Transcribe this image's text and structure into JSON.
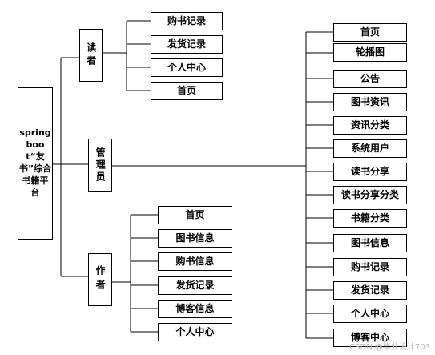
{
  "root": {
    "label": "springboot“友书”综合书籍平台"
  },
  "roles": {
    "reader": {
      "label": "读者",
      "items": [
        "购书记录",
        "发货记录",
        "个人中心",
        "首页"
      ]
    },
    "admin": {
      "label": "管理员",
      "items": [
        "首页",
        "轮播图",
        "公告",
        "图书资讯",
        "资讯分类",
        "系统用户",
        "读书分享",
        "读书分享分类",
        "书籍分类",
        "图书信息",
        "购书记录",
        "发货记录",
        "个人中心",
        "博客中心"
      ]
    },
    "author": {
      "label": "作者",
      "items": [
        "首页",
        "图书信息",
        "购书信息",
        "发货记录",
        "博客信息",
        "个人中心"
      ]
    }
  },
  "watermark": "CSDN @毕业设计703"
}
